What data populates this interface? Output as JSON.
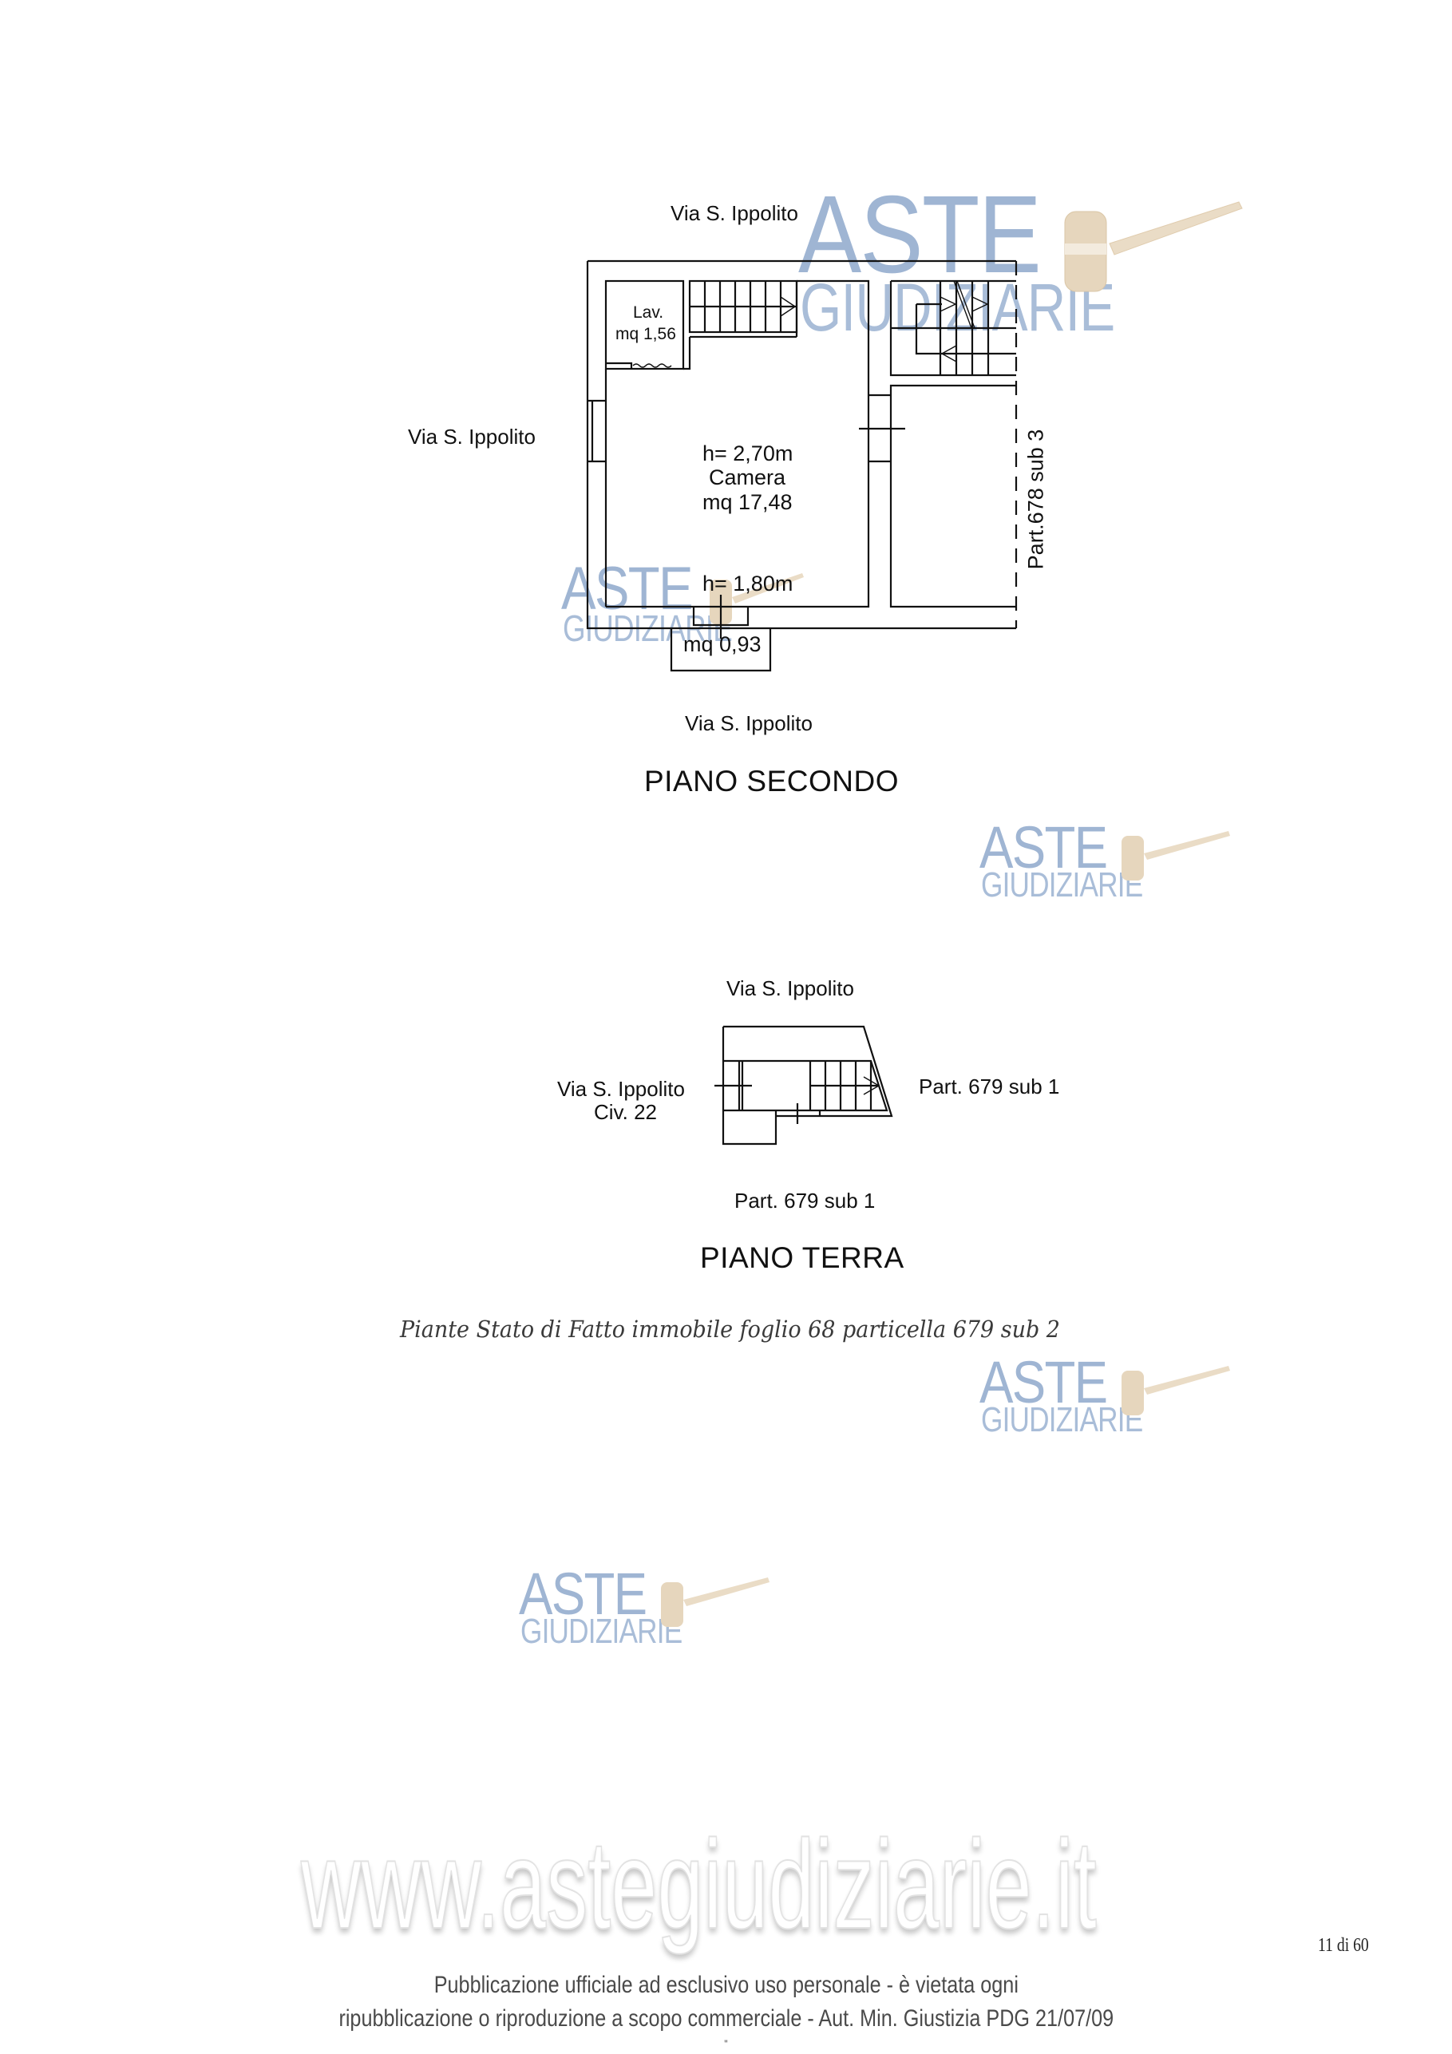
{
  "document": {
    "page_indicator": "11 di 60",
    "caption": "Piante Stato di Fatto immobile foglio 68 particella 679  sub 2"
  },
  "plan_second_floor": {
    "title": "PIANO SECONDO",
    "street_top": "Via S. Ippolito",
    "street_left": "Via S. Ippolito",
    "street_bottom": "Via S. Ippolito",
    "rooms": [
      {
        "name": "Lav.",
        "area": "mq 1,56"
      },
      {
        "height": "h= 2,70m",
        "name": "Camera",
        "area": "mq 17,48",
        "height_low": "h= 1,80m"
      },
      {
        "area": "mq 0,93"
      }
    ],
    "adjacent": "Part.678 sub 3"
  },
  "plan_ground_floor": {
    "title": "PIANO TERRA",
    "street_top": "Via S. Ippolito",
    "street_left_line1": "Via S. Ippolito",
    "street_left_line2": "Civ. 22",
    "adjacent_right": "Part. 679 sub 1",
    "adjacent_bottom": "Part. 679 sub 1"
  },
  "watermarks": {
    "logo_line1": "ASTE",
    "logo_line2": "GIUDIZIARIE",
    "website": "www.astegiudiziarie.it",
    "colors": {
      "logo_blue": "#9fb5d3",
      "gavel": "#e8d8bf"
    }
  },
  "footer": {
    "line1": "Pubblicazione ufficiale ad esclusivo uso personale - è vietata ogni",
    "line2": "ripubblicazione o riproduzione a scopo commerciale - Aut. Min. Giustizia PDG 21/07/09",
    "mark": "\""
  }
}
